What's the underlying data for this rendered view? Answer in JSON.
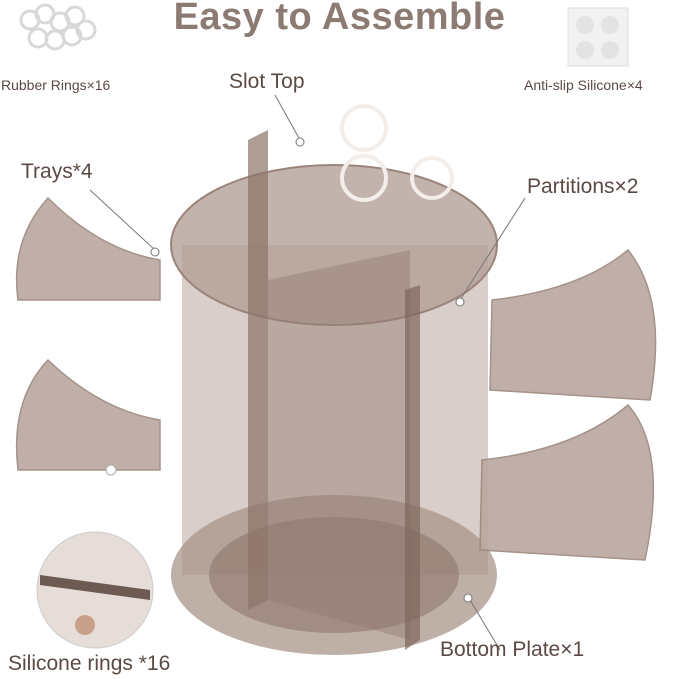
{
  "title": "Easy to Assemble",
  "labels": {
    "rubber_rings": "Rubber Rings×16",
    "anti_slip": "Anti-slip Silicone×4",
    "slot_top": "Slot Top",
    "trays": "Trays*4",
    "partitions": "Partitions×2",
    "bottom_plate": "Bottom Plate×1",
    "silicone_rings": "Silicone rings *16"
  },
  "colors": {
    "title": "#8c7b73",
    "label": "#5b4a44",
    "acrylic": "#b7a39a",
    "acrylic_dark": "#8a7066"
  }
}
